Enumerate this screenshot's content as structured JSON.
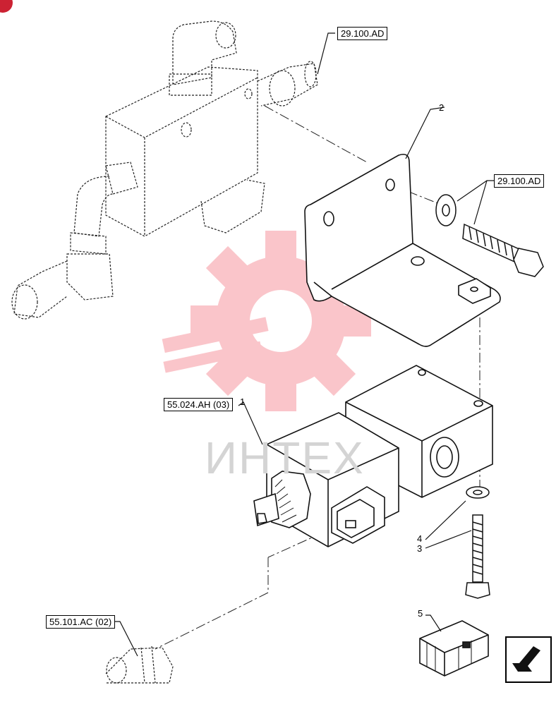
{
  "references": {
    "ref_top": "29.100.AD",
    "ref_right": "29.100.AD",
    "ref_solenoid": "55.024.AH (03)",
    "ref_harness": "55.101.AC (02)"
  },
  "callouts": {
    "c1": "1",
    "c2": "2",
    "c3": "3",
    "c4": "4",
    "c5": "5"
  },
  "watermark": {
    "text": "ИНТЕХ",
    "color": "#ee3344"
  },
  "icons": {
    "nav": "next-page-arrow-icon",
    "kit": "kit-box-icon"
  }
}
